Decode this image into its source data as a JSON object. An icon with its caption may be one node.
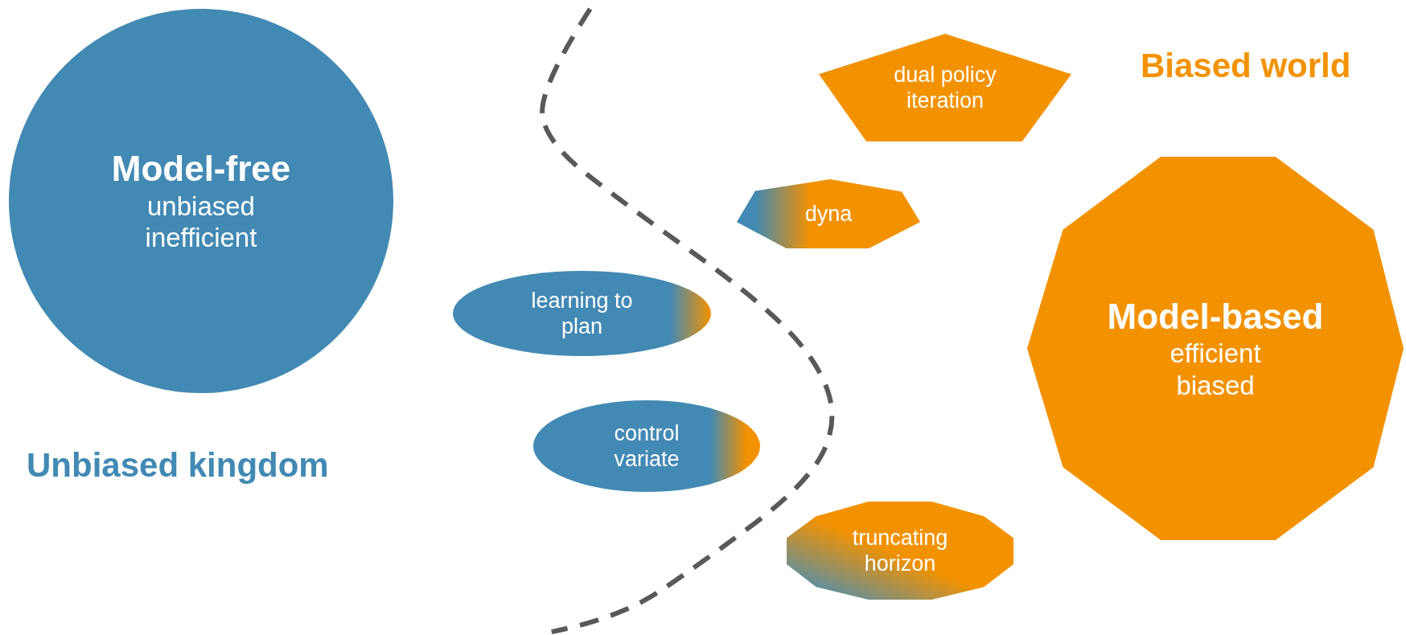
{
  "diagram": {
    "nodes": [
      {
        "text": [
          "Model-free",
          "unbiased inefficient"
        ]
      },
      {
        "text": [
          "learning to plan"
        ]
      },
      {
        "text": [
          "control variate"
        ]
      },
      {
        "text": [
          "dual policy iteration"
        ]
      },
      {
        "text": [
          "dyna"
        ]
      },
      {
        "text": [
          "Model-based",
          "efficient biased"
        ]
      },
      {
        "text": [
          "truncating horizon"
        ]
      }
    ],
    "labels": [
      "Biased world",
      "Unbiased kingdom"
    ]
  }
}
